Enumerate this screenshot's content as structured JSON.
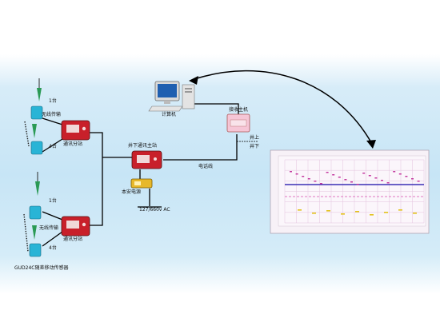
{
  "diagram": {
    "labels": {
      "computer": "计算机",
      "receiver": "接收主机",
      "well_up": "井上",
      "well_down": "井下",
      "cable": "电话线",
      "underground_station": "井下通讯主站",
      "power_supply": "本安电源",
      "voltage": "127/660v AC",
      "comm_sub_top": "通讯分站",
      "comm_sub_bottom": "通讯分站",
      "wireless_top": "无线传输",
      "wireless_bottom": "无线传输",
      "unit_1_top": "1台",
      "unit_4_top": "4台",
      "unit_1_bottom": "1台",
      "unit_4_bottom": "4台",
      "sensor_model": "GUD24C随差移动传感器"
    },
    "colors": {
      "background_band": "#cde8f7",
      "comm_box": "#c8202a",
      "receiver_box": "#f6c6d6",
      "chart_panel": "#f7f1f7",
      "wires": "#000000"
    }
  }
}
